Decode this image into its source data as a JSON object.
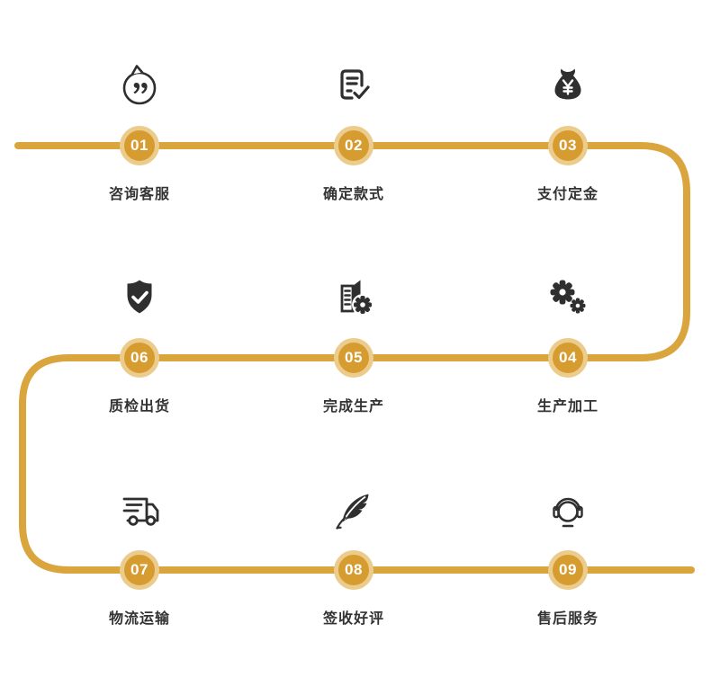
{
  "flow": {
    "type": "process-snake",
    "line_color": "#D9A53C",
    "badge_color": "#D79C30",
    "badge_ring_color": "#EBCC8C",
    "icon_color": "#2F2F2F",
    "label_color": "#333333",
    "number_color": "#FFFFFF",
    "steps": [
      {
        "number": "01",
        "label": "咨询客服",
        "icon": "chat-bubble"
      },
      {
        "number": "02",
        "label": "确定款式",
        "icon": "document-check"
      },
      {
        "number": "03",
        "label": "支付定金",
        "icon": "money-bag"
      },
      {
        "number": "04",
        "label": "生产加工",
        "icon": "gears"
      },
      {
        "number": "05",
        "label": "完成生产",
        "icon": "factory-gear"
      },
      {
        "number": "06",
        "label": "质检出货",
        "icon": "shield-check"
      },
      {
        "number": "07",
        "label": "物流运输",
        "icon": "delivery-truck"
      },
      {
        "number": "08",
        "label": "签收好评",
        "icon": "quill-feather"
      },
      {
        "number": "09",
        "label": "售后服务",
        "icon": "headset"
      }
    ]
  }
}
